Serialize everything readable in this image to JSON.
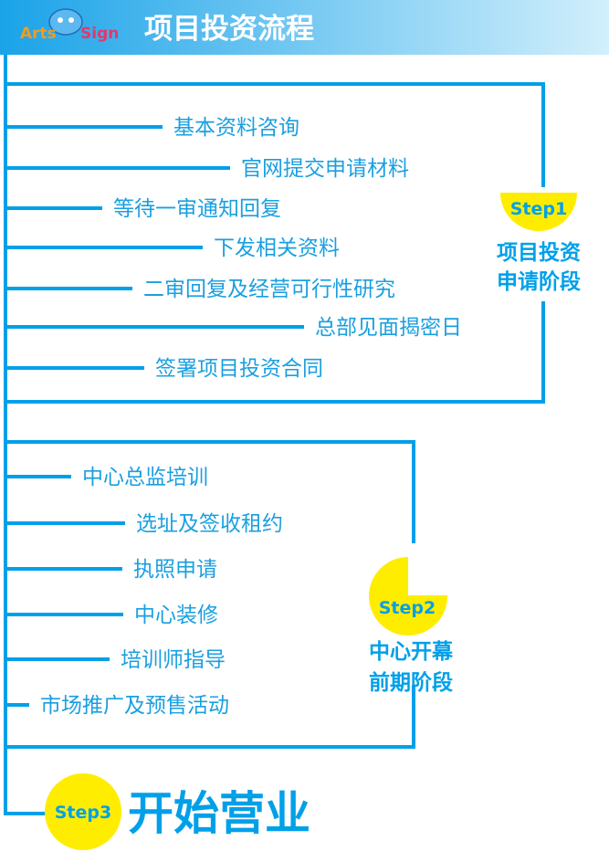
{
  "header": {
    "logo_text": "Arts Sign",
    "title": "项目投资流程"
  },
  "colors": {
    "line": "#00a0e9",
    "badge": "#ffed00",
    "header_start": "#1aa3e8",
    "header_end": "#d2effc"
  },
  "stage1": {
    "step": "Step1",
    "label_line1": "项目投资",
    "label_line2": "申请阶段",
    "items": [
      "基本资料咨询",
      "官网提交申请材料",
      "等待一审通知回复",
      "下发相关资料",
      "二审回复及经营可行性研究",
      "总部见面揭密日",
      "签署项目投资合同"
    ]
  },
  "stage2": {
    "step": "Step2",
    "label_line1": "中心开幕",
    "label_line2": "前期阶段",
    "items": [
      "中心总监培训",
      "选址及签收租约",
      "执照申请",
      "中心装修",
      "培训师指导",
      "市场推广及预售活动"
    ]
  },
  "stage3": {
    "step": "Step3",
    "label": "开始营业"
  }
}
